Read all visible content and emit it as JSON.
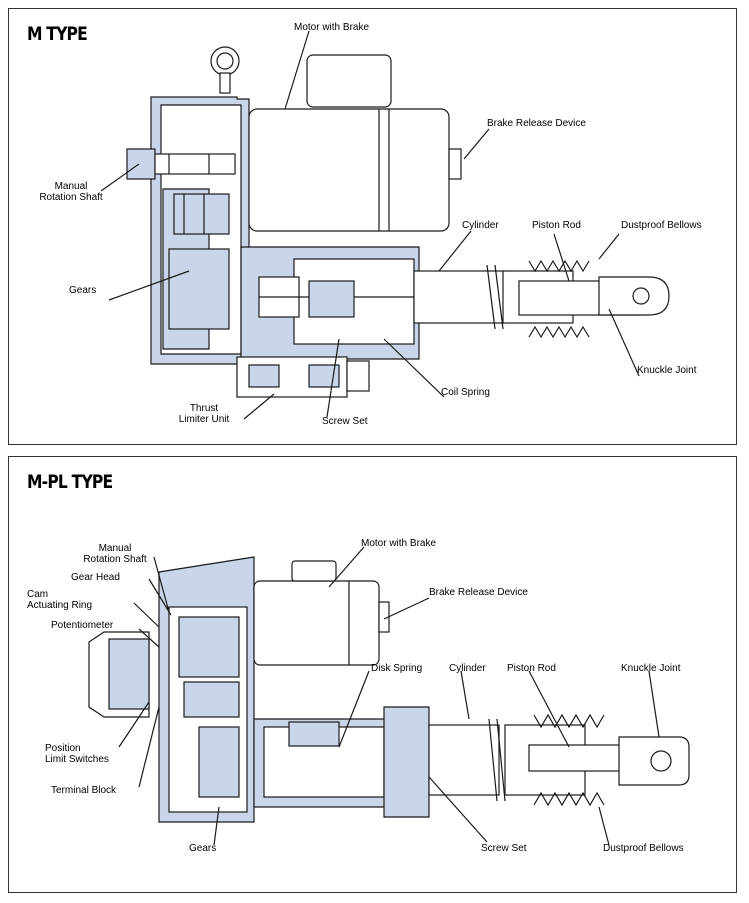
{
  "m_type": {
    "title": "M TYPE",
    "labels": {
      "motor_with_brake": "Motor with Brake",
      "brake_release_device": "Brake Release Device",
      "manual_rotation_shaft_1": "Manual",
      "manual_rotation_shaft_2": "Rotation Shaft",
      "cylinder": "Cylinder",
      "piston_rod": "Piston Rod",
      "dustproof_bellows": "Dustproof Bellows",
      "gears": "Gears",
      "knuckle_joint": "Knuckle Joint",
      "coil_spring": "Coil Spring",
      "thrust_limiter_unit_1": "Thrust",
      "thrust_limiter_unit_2": "Limiter Unit",
      "screw_set": "Screw Set"
    }
  },
  "m_pl_type": {
    "title": "M-PL TYPE",
    "labels": {
      "manual_rotation_shaft_1": "Manual",
      "manual_rotation_shaft_2": "Rotation Shaft",
      "gear_head": "Gear Head",
      "cam_actuating_ring_1": "Cam",
      "cam_actuating_ring_2": "Actuating Ring",
      "potentiometer": "Potentiometer",
      "motor_with_brake": "Motor with Brake",
      "brake_release_device": "Brake Release Device",
      "disk_spring": "Disk Spring",
      "cylinder": "Cylinder",
      "piston_rod": "Piston Rod",
      "knuckle_joint": "Knuckle Joint",
      "position_limit_switches_1": "Position",
      "position_limit_switches_2": "Limit Switches",
      "terminal_block": "Terminal Block",
      "gears": "Gears",
      "screw_set": "Screw Set",
      "dustproof_bellows": "Dustproof Bellows"
    }
  },
  "colors": {
    "fill": "#c9d6ea",
    "line": "#1a1a1a"
  }
}
